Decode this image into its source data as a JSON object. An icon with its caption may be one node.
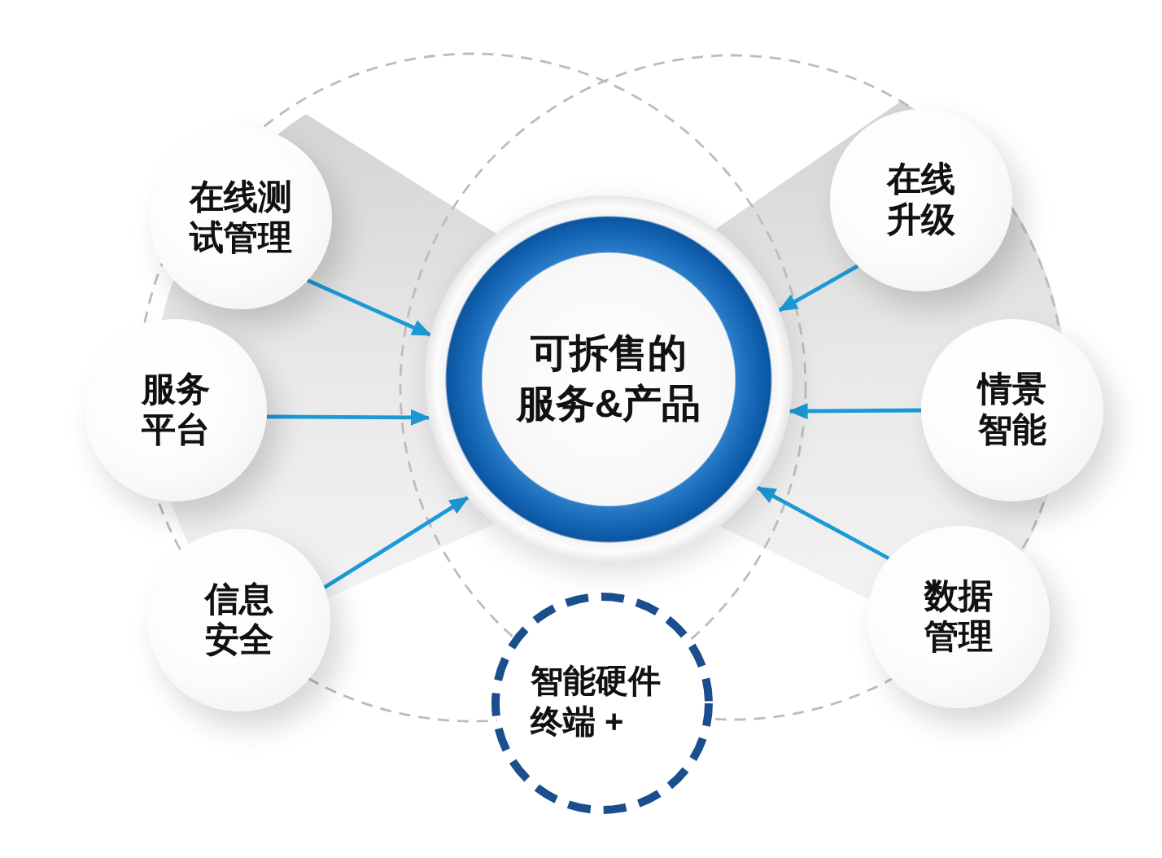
{
  "diagram": {
    "nodes": [
      {
        "text": [
          "在线测试管理"
        ]
      },
      {
        "text": [
          "服务平台"
        ]
      },
      {
        "text": [
          "信息安全"
        ]
      },
      {
        "text": [
          "可拆售的服务&产品"
        ]
      },
      {
        "text": [
          "在线升级"
        ]
      },
      {
        "text": [
          "情景智能"
        ]
      },
      {
        "text": [
          "数据管理"
        ]
      },
      {
        "text": [
          "智能硬件终端 +"
        ]
      }
    ],
    "edges": [
      {
        "from": 0,
        "to": 3,
        "arrow": "to"
      },
      {
        "from": 1,
        "to": 3,
        "arrow": "to"
      },
      {
        "from": 2,
        "to": 3,
        "arrow": "to"
      },
      {
        "from": 4,
        "to": 3,
        "arrow": "to"
      },
      {
        "from": 5,
        "to": 3,
        "arrow": "to"
      },
      {
        "from": 6,
        "to": 3,
        "arrow": "to"
      }
    ]
  }
}
